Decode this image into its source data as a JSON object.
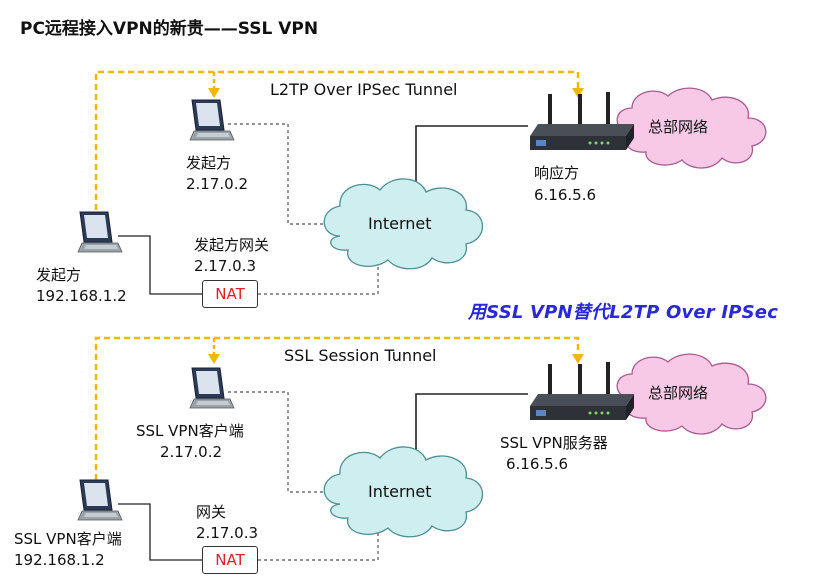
{
  "title": "PC远程接入VPN的新贵——SSL VPN",
  "subtitle": "用SSL VPN替代L2TP Over IPSec",
  "top": {
    "tunnel_label": "L2TP Over IPSec Tunnel",
    "initiator_remote": {
      "name": "发起方",
      "ip": "2.17.0.2"
    },
    "initiator_lan": {
      "name": "发起方",
      "ip": "192.168.1.2"
    },
    "gateway": {
      "name": "发起方网关",
      "ip": "2.17.0.3"
    },
    "nat_label": "NAT",
    "internet_label": "Internet",
    "responder": {
      "name": "响应方",
      "ip": "6.16.5.6"
    },
    "hq_label": "总部网络"
  },
  "bottom": {
    "tunnel_label": "SSL Session Tunnel",
    "client_remote": {
      "name": "SSL VPN客户端",
      "ip": "2.17.0.2"
    },
    "client_lan": {
      "name": "SSL VPN客户端",
      "ip": "192.168.1.2"
    },
    "gateway": {
      "name": "网关",
      "ip": "2.17.0.3"
    },
    "nat_label": "NAT",
    "internet_label": "Internet",
    "server": {
      "name": "SSL VPN服务器",
      "ip": "6.16.5.6"
    },
    "hq_label": "总部网络"
  },
  "colors": {
    "tunnel": "#f2b705",
    "cloud_internet": "#cfeef0",
    "cloud_hq": "#f7c9e6",
    "nat_text": "#dd2222",
    "subtitle": "#2929d6"
  }
}
